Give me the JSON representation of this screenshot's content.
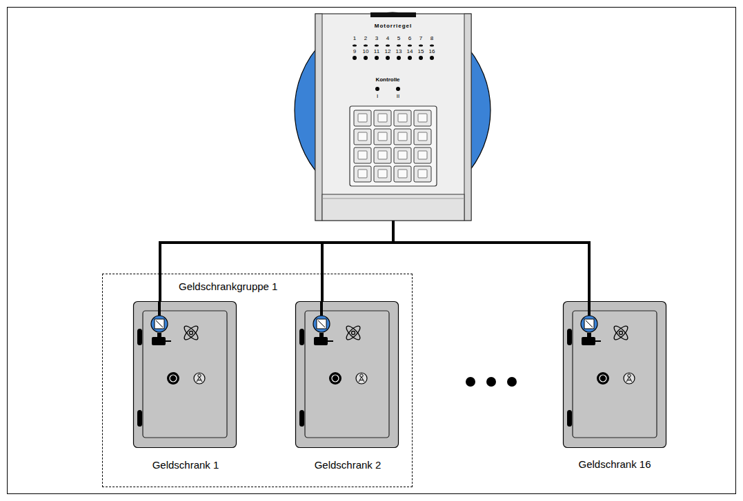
{
  "diagram": {
    "nodes": [
      {
        "text": [
          "Motorriegel"
        ]
      },
      {
        "text": [
          "Geldschrankgruppe 1"
        ]
      },
      {
        "text": [
          "Geldschrank 1"
        ],
        "in": 1
      },
      {
        "text": [
          "Geldschrank 2"
        ],
        "in": 1
      },
      {
        "text": [
          "Geldschrank 16"
        ]
      }
    ],
    "edges": [
      {
        "from": 0,
        "to": 2,
        "arrow": "none"
      },
      {
        "from": 0,
        "to": 3,
        "arrow": "none"
      },
      {
        "from": 0,
        "to": 4,
        "arrow": "none"
      }
    ],
    "labels": [
      "1",
      "2",
      "3",
      "4",
      "5",
      "6",
      "7",
      "8",
      "9",
      "10",
      "11",
      "12",
      "13",
      "14",
      "15",
      "16",
      "Kontrolle",
      "I",
      "II"
    ]
  }
}
